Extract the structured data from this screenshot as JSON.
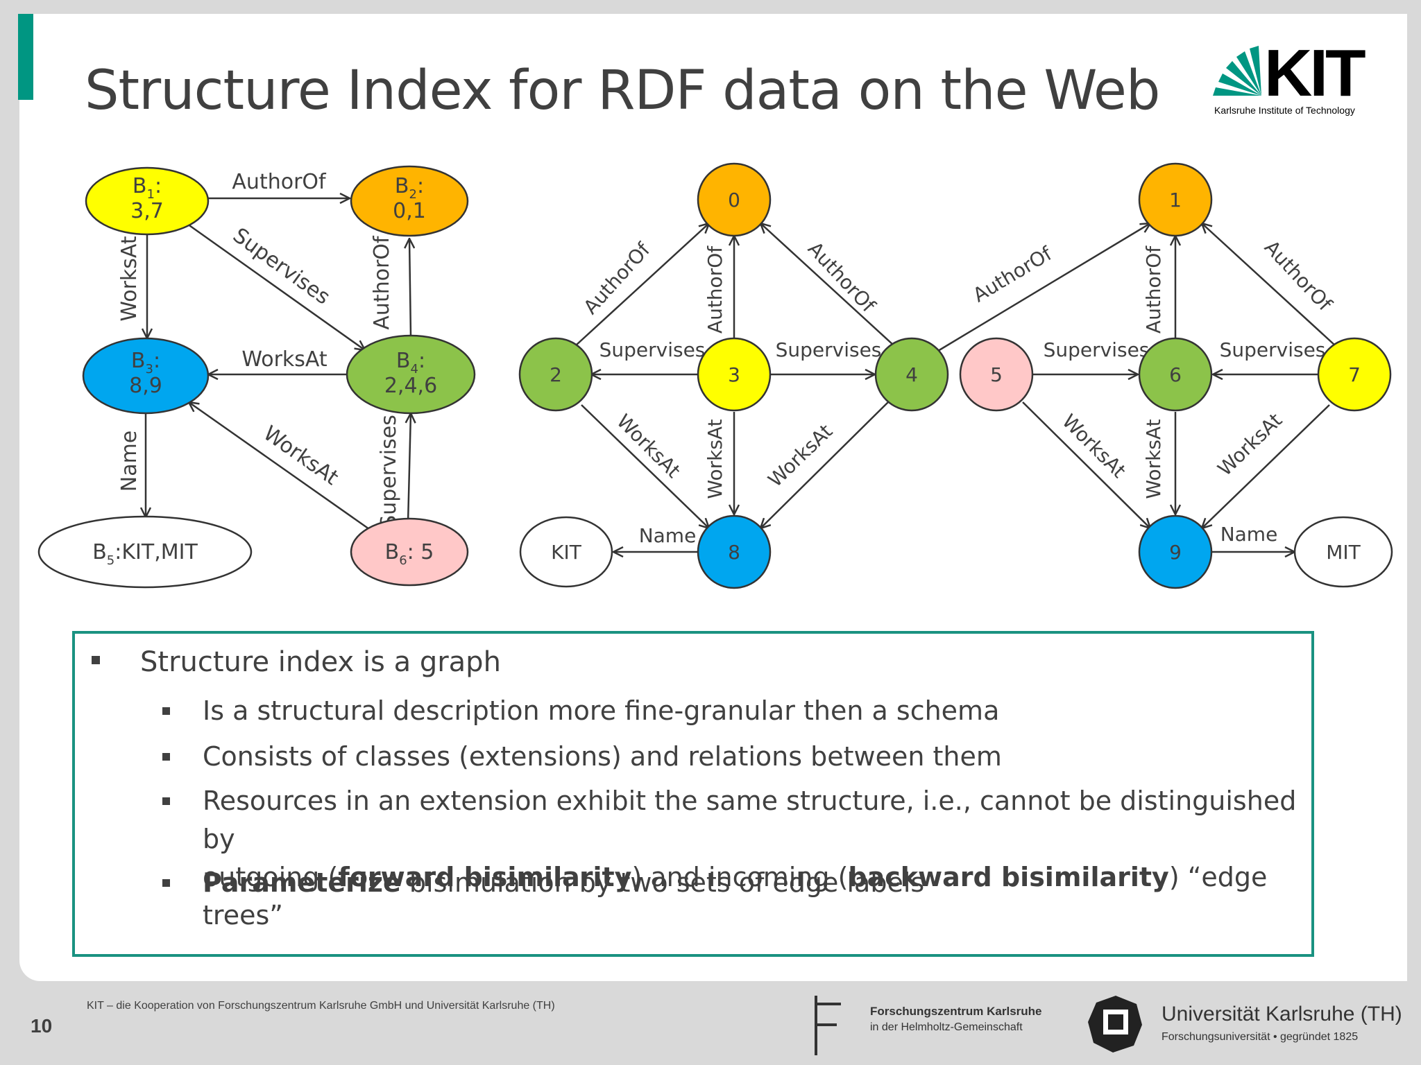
{
  "title": "Structure Index for RDF data on the Web",
  "logo": {
    "text": "KIT",
    "subtitle": "Karlsruhe Institute of Technology"
  },
  "colors": {
    "accent": "#009682",
    "yellow": "#ffff00",
    "orange": "#ffb400",
    "blue": "#00a6ef",
    "green": "#8cc34a",
    "pink": "#ffc8c8"
  },
  "index_graph": {
    "nodes": [
      {
        "sub": "1",
        "line2": "3,7"
      },
      {
        "sub": "2",
        "line2": "0,1"
      },
      {
        "sub": "3",
        "line2": "8,9"
      },
      {
        "sub": "4",
        "line2": "2,4,6"
      },
      {
        "sub": "5",
        "text": ":KIT,MIT"
      },
      {
        "sub": "6",
        "text": ": 5"
      }
    ],
    "node_prefix": "B",
    "node_suffix": ":",
    "edges": [
      "AuthorOf",
      "WorksAt",
      "Supervises",
      "AuthorOf",
      "WorksAt",
      "Name",
      "WorksAt",
      "Supervises"
    ]
  },
  "data_graph": {
    "nodes": [
      "0",
      "1",
      "2",
      "3",
      "4",
      "5",
      "6",
      "7",
      "8",
      "9",
      "KIT",
      "MIT"
    ],
    "edges": [
      "AuthorOf",
      "AuthorOf",
      "AuthorOf",
      "Supervises",
      "Supervises",
      "WorksAt",
      "WorksAt",
      "WorksAt",
      "Name",
      "AuthorOf",
      "AuthorOf",
      "AuthorOf",
      "Supervises",
      "Supervises",
      "WorksAt",
      "WorksAt",
      "WorksAt",
      "Name"
    ]
  },
  "bullets": {
    "main": "Structure index is a graph",
    "sub1": "Is a structural description more fine-granular then a schema",
    "sub2": "Consists of classes (extensions) and relations between them",
    "sub3_a": "Resources in an extension exhibit the same structure, i.e.,  cannot be distinguished by",
    "sub3_b1": "outgoing (",
    "sub3_bold1": "forward bisimilarity",
    "sub3_b2": ") and incoming (",
    "sub3_bold2": "backward bisimilarity",
    "sub3_b3": ") “edge trees”",
    "sub4_bold": "Parameterize",
    "sub4_rest": " bisimulation by two sets of edge labels"
  },
  "footer": {
    "text": "KIT – die Kooperation von Forschungszentrum Karlsruhe GmbH und Universität Karlsruhe (TH)",
    "page": "10",
    "fzk_line1": "Forschungszentrum Karlsruhe",
    "fzk_line2": "in der Helmholtz-Gemeinschaft",
    "uka_line1": "Universität Karlsruhe (TH)",
    "uka_line2": "Forschungsuniversität  •  gegründet 1825"
  }
}
